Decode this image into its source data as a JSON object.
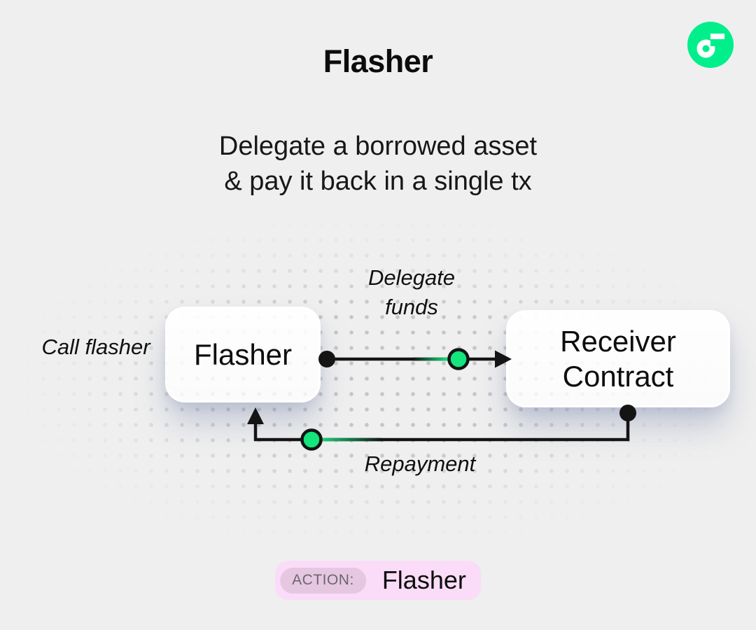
{
  "header": {
    "title": "Flasher",
    "subtitle_line1": "Delegate a borrowed asset",
    "subtitle_line2": "& pay it back in a single tx"
  },
  "logo": {
    "name": "flow-logo",
    "bg_color": "#00ef8b",
    "mark_color": "#ffffff"
  },
  "diagram": {
    "nodes": [
      {
        "id": "flasher",
        "label": "Flasher"
      },
      {
        "id": "receiver-contract",
        "label": "Receiver Contract"
      }
    ],
    "edge_labels": {
      "call": "Call flasher",
      "delegate": "Delegate funds",
      "repayment": "Repayment"
    },
    "colors": {
      "accent_green": "#14e57c",
      "line": "#141414",
      "dot_grid": "#c6c6c8",
      "background": "#efefef"
    }
  },
  "action_badge": {
    "label": "ACTION:",
    "value": "Flasher",
    "bg": "#fadcf8",
    "label_bg": "#e6c7e2",
    "label_text_color": "#6b676d"
  }
}
